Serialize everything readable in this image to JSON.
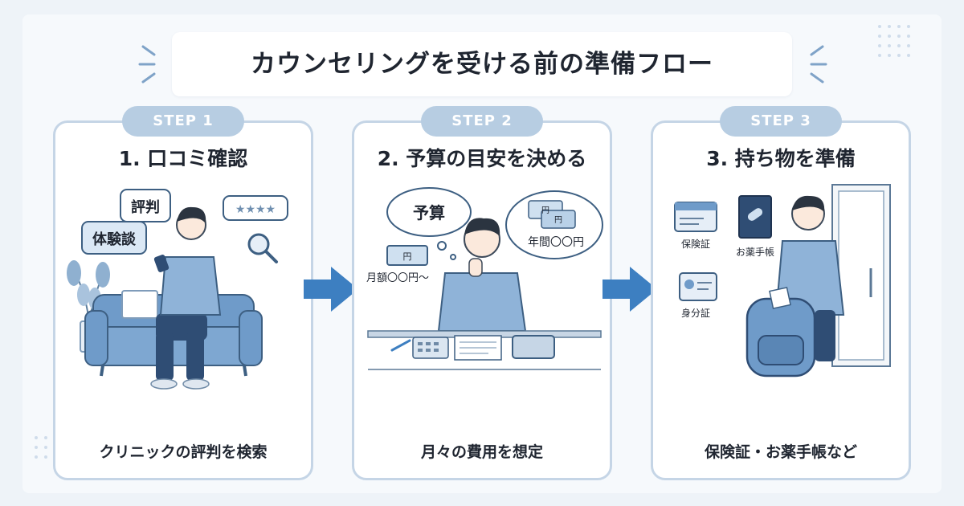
{
  "title": "カウンセリングを受ける前の準備フロー",
  "steps": [
    {
      "badge": "STEP 1",
      "title": "1. 口コミ確認",
      "caption": "クリニックの評判を検索",
      "bubbles": {
        "review": "評判",
        "experience": "体験談",
        "stars": "★★★★"
      }
    },
    {
      "badge": "STEP 2",
      "title": "2. 予算の目安を決める",
      "caption": "月々の費用を想定",
      "bubbles": {
        "budget": "予算",
        "monthly": "月額〇〇円〜",
        "yearly": "年間〇〇円",
        "yen": "円"
      }
    },
    {
      "badge": "STEP 3",
      "title": "3. 持ち物を準備",
      "caption": "保険証・お薬手帳など",
      "items": {
        "insurance": "保険証",
        "medicine": "お薬手帳",
        "id": "身分証"
      }
    }
  ],
  "colors": {
    "accent": "#3d7fc1",
    "card_border": "#c5d5e6",
    "pill": "#b7cde2",
    "illus_blue": "#6f9bc9",
    "illus_light": "#a9c3dd"
  }
}
